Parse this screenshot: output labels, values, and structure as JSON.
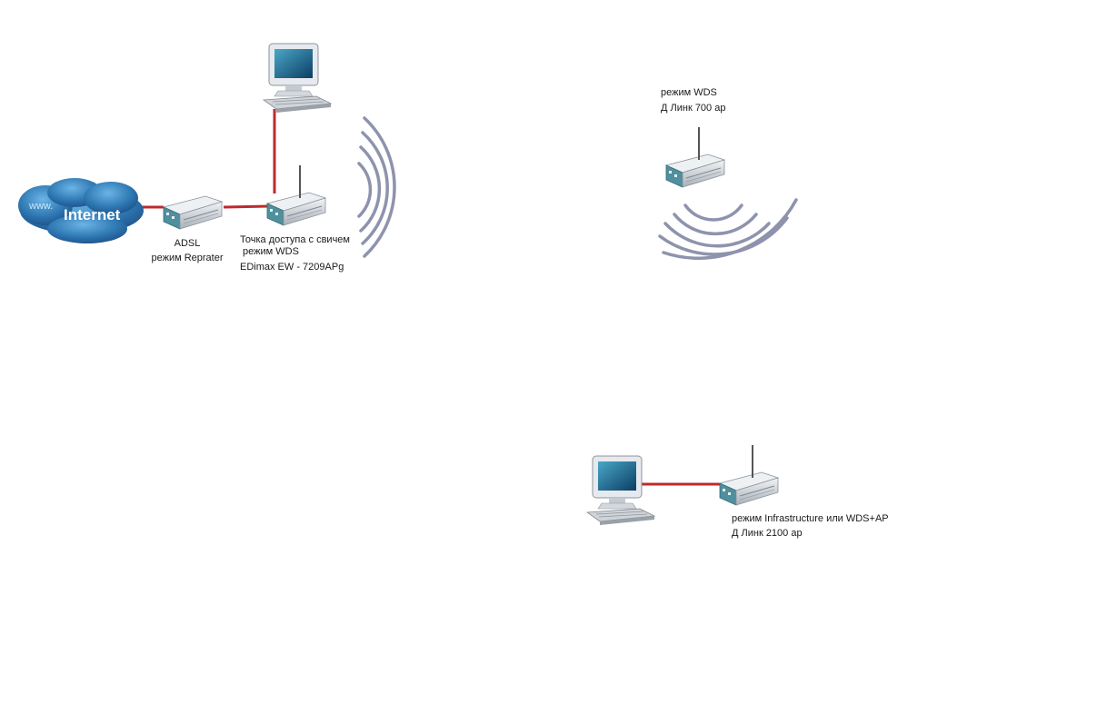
{
  "internet": {
    "label": "Internet",
    "www": "www."
  },
  "adsl": {
    "line1": "ADSL",
    "line2": "режим Reprater"
  },
  "edimax": {
    "line1": "Точка доступа с свичем",
    "line2": " режим WDS",
    "line3": "EDimax EW - 7209APg"
  },
  "dlink700": {
    "line1": "режим WDS",
    "line2": "Д Линк 700 ар"
  },
  "dlink2100": {
    "line1": "режим Infrastructure или WDS+AP",
    "line2": "Д Линк 2100 ар"
  },
  "colors": {
    "cable": "#c0282d",
    "wave": "#8e93ad",
    "cloud": "#3a7fb8",
    "router_body": "#d8dde3",
    "router_front": "#4f8f9e"
  }
}
